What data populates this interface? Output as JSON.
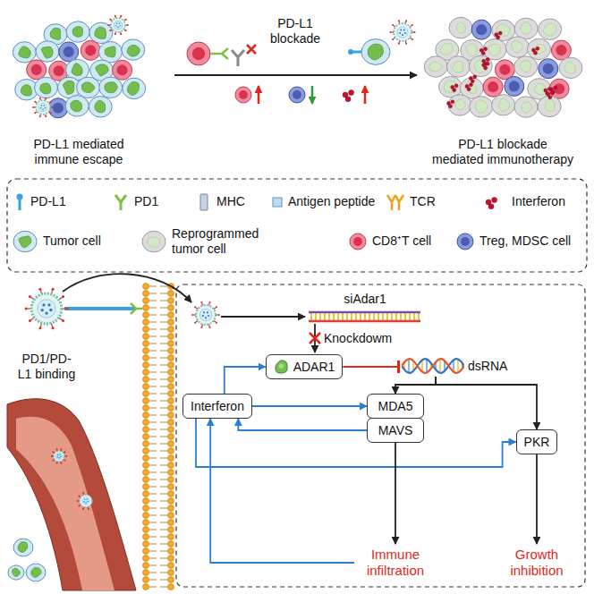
{
  "diagram": {
    "nodes": [
      {
        "text": [
          "ADAR1"
        ]
      },
      {
        "text": [
          "dsRNA"
        ]
      },
      {
        "text": [
          "Interferon"
        ]
      },
      {
        "text": [
          "MDA5"
        ]
      },
      {
        "text": [
          "MAVS"
        ]
      },
      {
        "text": [
          "PKR"
        ]
      },
      {
        "text": [
          "Immune infiltration"
        ]
      },
      {
        "text": [
          "Growth inhibition"
        ]
      }
    ],
    "edges": [
      {
        "from": 0,
        "to": 1,
        "arrow": "to"
      },
      {
        "from": 1,
        "to": 3,
        "arrow": "to"
      },
      {
        "from": 1,
        "to": 5,
        "arrow": "to"
      },
      {
        "from": 2,
        "to": 0,
        "arrow": "to"
      },
      {
        "from": 2,
        "to": 3,
        "arrow": "to"
      },
      {
        "from": 2,
        "to": 5,
        "arrow": "to"
      },
      {
        "from": 4,
        "to": 2,
        "arrow": "to"
      },
      {
        "from": 6,
        "to": 2,
        "arrow": "to"
      },
      {
        "from": 4,
        "to": 6,
        "arrow": "to"
      },
      {
        "from": 5,
        "to": 7,
        "arrow": "to"
      }
    ],
    "labels": [
      "PD-L1 mediated immune escape",
      "PD-L1 blockade",
      "PD-L1 blockade mediated immunotherapy",
      "PD1/PD-L1 binding",
      "siAdar1",
      "Knockdowm"
    ],
    "legend": [
      {
        "text": "PD-L1"
      },
      {
        "text": "PD1"
      },
      {
        "text": "MHC"
      },
      {
        "text": "Antigen peptide"
      },
      {
        "text": "TCR"
      },
      {
        "text": "Interferon"
      },
      {
        "text": "Tumor cell"
      },
      {
        "text": "Reprogrammed tumor cell"
      },
      {
        "text": "CD8⁺T cell"
      },
      {
        "text": "Treg, MDSC cell"
      }
    ]
  }
}
